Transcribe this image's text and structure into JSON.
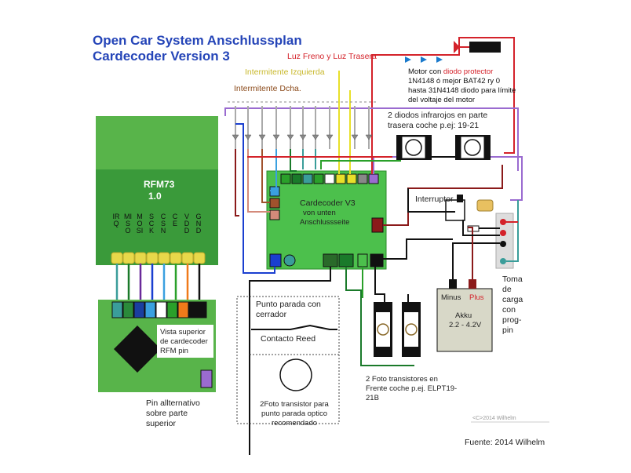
{
  "title": {
    "line1": "Open Car System Anschlussplan",
    "line2": "Cardecoder Version 3"
  },
  "labels": {
    "luz_freno": "Luz Freno y Luz Trasera",
    "intermitente_izq": "Intermitente Izquierda",
    "intermitente_dcha": "Intermitente Dcha.",
    "motor_note_pre": "Motor con ",
    "motor_note_red": "diodo protector",
    "motor_note_post": " 1N4148 ó mejor BAT42 ry 0 hasta 31N4148 diodo para límite del voltaje del motor",
    "infrarrojos": "2 diodos infrarojos en parte trasera coche p.ej: 19-21",
    "rfm_name": "RFM73",
    "rfm_version": "1.0",
    "rfm_pins": [
      "IRQ",
      "MISO",
      "MOSI",
      "SCK",
      "CSN",
      "CE",
      "VDD",
      "GND"
    ],
    "decoder_line1": "Cardecoder V3",
    "decoder_line2": "von unten",
    "decoder_line3": "Anschlussseite",
    "interruptor": "Interruptor",
    "vista_superior": "Vista superior de cardecoder RFM pin",
    "pin_alternativo": "Pin allternativo sobre parte superior",
    "punto_parada": "Punto parada con cerrador",
    "contacto_reed": "Contacto Reed",
    "foto_transistor": "2Foto transistor para punto parada optico recomendado",
    "foto_transistores": "2 Foto transistores en Frente coche p.ej. ELPT19-21B",
    "minus": "Minus",
    "plus": "Plus",
    "akku": "Akku",
    "akku_voltage": "2.2 - 4.2V",
    "toma_carga": "Toma de carga con prog-pin",
    "fuente": "Fuente: 2014 Wilhelm",
    "watermark": "<C>2014 Wilhelm"
  },
  "colors": {
    "title": "#2545b8",
    "board_green": "#58b44a",
    "rfm_green": "#3a9a3a",
    "decoder_green": "#4cc04c",
    "gray_board": "#d8d8d8",
    "purple": "#9a6bd0",
    "red": "#d4222a",
    "maroon": "#8b1a1a",
    "blue": "#1a3fd0",
    "teal": "#3a9d9a",
    "orange": "#f07a1a",
    "yellow": "#e8e02a",
    "black": "#111111",
    "pink": "#e04a9a",
    "brown": "#a0522d"
  }
}
